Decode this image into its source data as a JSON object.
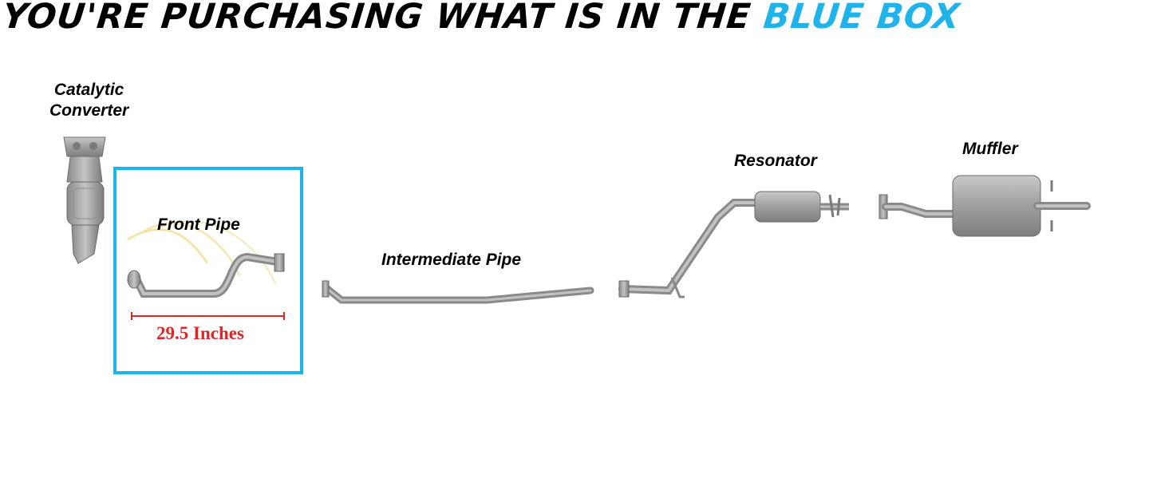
{
  "headline": {
    "text": "YOU'RE PURCHASING WHAT IS IN THE ",
    "accent_text": "BLUE BOX",
    "accent_color": "#1fb3ec"
  },
  "parts": {
    "catalytic_converter": {
      "line1": "Catalytic",
      "line2": "Converter"
    },
    "front_pipe": {
      "label": "Front Pipe",
      "measurement": "29.5 Inches"
    },
    "intermediate_pipe": {
      "label": "Intermediate Pipe"
    },
    "resonator": {
      "label": "Resonator"
    },
    "muffler": {
      "label": "Muffler"
    }
  },
  "colors": {
    "box_border": "#1fb3ec",
    "measurement": "#e02424",
    "pipe": "#9a9a9a"
  }
}
